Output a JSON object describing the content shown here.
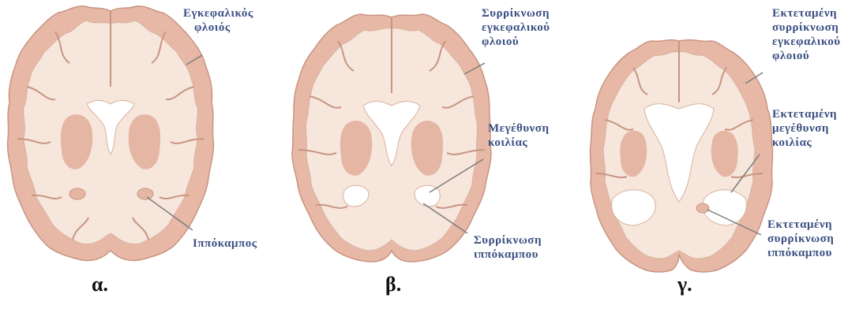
{
  "panels": [
    {
      "caption": "α.",
      "labels": {
        "cortex": [
          "Εγκεφαλικός",
          "φλοιός"
        ],
        "hippocampus": [
          "Ιππόκαμπος"
        ]
      }
    },
    {
      "caption": "β.",
      "labels": {
        "cortex": [
          "Συρρίκνωση",
          "εγκεφαλικού",
          "φλοιού"
        ],
        "ventricle": [
          "Μεγέθυνση",
          "κοιλίας"
        ],
        "hippocampus": [
          "Συρρίκνωση",
          "ιππόκαμπου"
        ]
      }
    },
    {
      "caption": "γ.",
      "labels": {
        "cortex": [
          "Εκτεταμένη",
          "συρρίκνωση",
          "εγκεφαλικού",
          "φλοιού"
        ],
        "ventricle": [
          "Εκτεταμένη",
          "μεγέθυνση",
          "κοιλίας"
        ],
        "hippocampus": [
          "Εκτεταμένη",
          "συρρίκνωση",
          "ιππόκαμπου"
        ]
      }
    }
  ],
  "colors": {
    "cortex": "#e7b8a6",
    "cortex_edge": "#c89582",
    "white_matter": "#f6e6db",
    "deep_nuclei": "#e4b6a3",
    "ventricle": "#ffffff",
    "label_text": "#3a4f82",
    "leader_line": "#7d7d7d"
  }
}
